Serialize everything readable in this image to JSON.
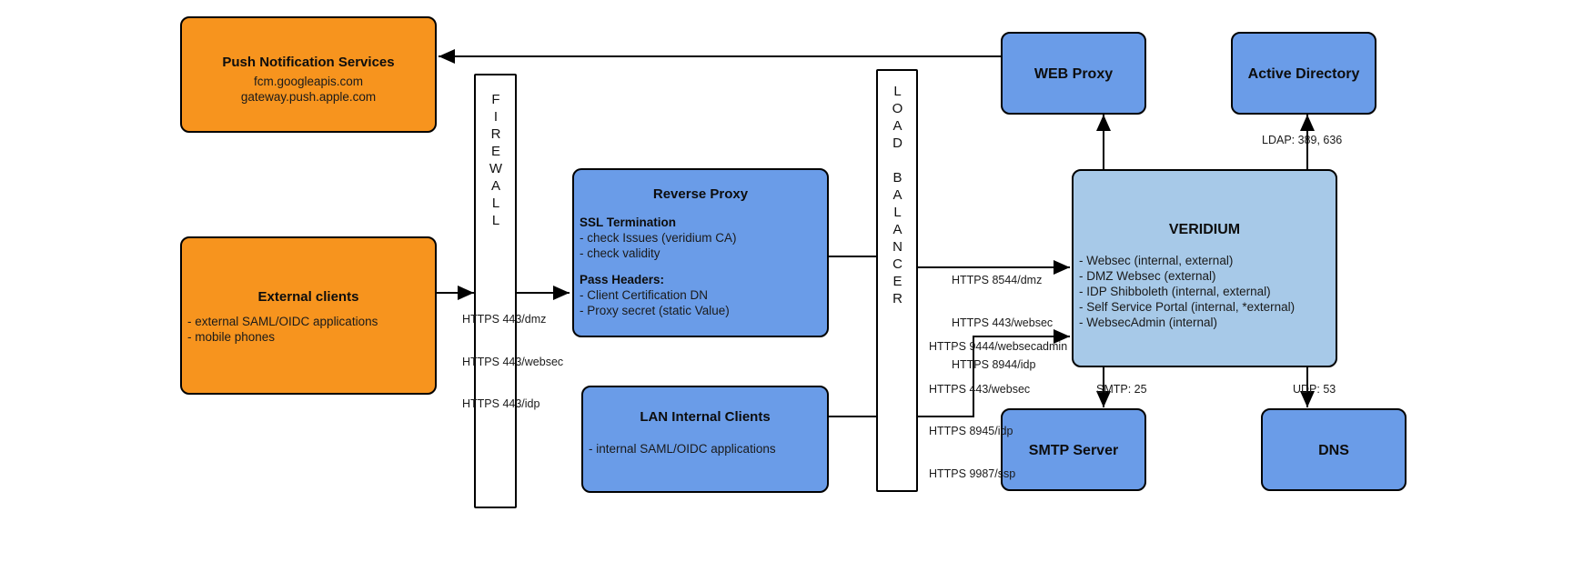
{
  "diagram": {
    "title": "VeridiumID network architecture",
    "colors": {
      "external": "#f7941e",
      "service": "#6a9ce8",
      "core": "#a7c9e8",
      "zone": "#ffffff",
      "line": "#000000"
    },
    "nodes": {
      "push": {
        "title": "Push Notification Services",
        "lines": [
          "fcm.googleapis.com",
          "gateway.push.apple.com"
        ]
      },
      "external_clients": {
        "title": "External clients",
        "lines": [
          "- external SAML/OIDC applications",
          "- mobile phones"
        ]
      },
      "firewall": {
        "label": "FIREWALL"
      },
      "load_balancer": {
        "label": "LOAD BALANCER"
      },
      "reverse_proxy": {
        "title": "Reverse Proxy",
        "section1_title": "SSL Termination",
        "section1_lines": [
          "- check Issues (veridium CA)",
          "- check validity"
        ],
        "section2_title": "Pass Headers:",
        "section2_lines": [
          "- Client Certification DN",
          "- Proxy secret (static Value)"
        ]
      },
      "lan_internal_clients": {
        "title": "LAN Internal Clients",
        "lines": [
          "- internal SAML/OIDC applications"
        ]
      },
      "web_proxy": {
        "title": "WEB Proxy"
      },
      "active_directory": {
        "title": "Active Directory"
      },
      "veridium": {
        "title": "VERIDIUM",
        "lines": [
          "- Websec (internal, external)",
          "- DMZ Websec (external)",
          "- IDP Shibboleth (internal, external)",
          "- Self Service Portal (internal, *external)",
          "- WebsecAdmin (internal)"
        ]
      },
      "smtp_server": {
        "title": "SMTP Server"
      },
      "dns": {
        "title": "DNS"
      }
    },
    "edge_labels": {
      "clients_to_firewall": [
        "HTTPS 443/dmz",
        "HTTPS 443/websec",
        "HTTPS 443/idp"
      ],
      "lb_to_veridium_dmz": [
        "HTTPS 8544/dmz",
        "HTTPS 443/websec",
        "HTTPS 8944/idp"
      ],
      "lan_to_veridium": [
        "HTTPS 9444/websecadmin",
        "HTTPS 443/websec",
        "HTTPS 8945/idp",
        "HTTPS 9987/ssp"
      ],
      "ad_ldap": "LDAP: 389, 636",
      "smtp": "SMTP: 25",
      "dns": "UDP: 53"
    }
  }
}
